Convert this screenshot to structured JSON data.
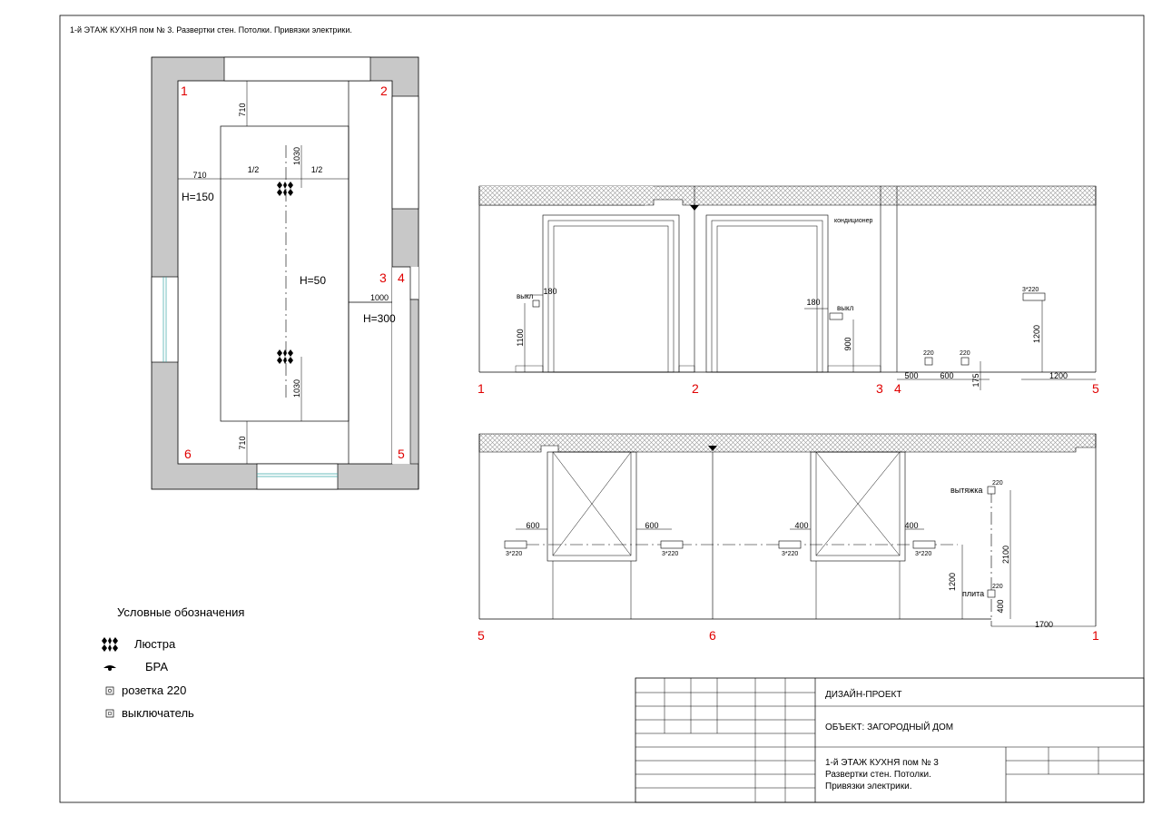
{
  "sheet_title": "1-й ЭТАЖ  КУХНЯ пом № 3. Развертки стен. Потолки. Привязки электрики.",
  "plan": {
    "corners": [
      "1",
      "2",
      "3",
      "4",
      "5",
      "6"
    ],
    "dims": {
      "top_710": "710",
      "left_710": "710",
      "bottom_710": "710",
      "half_left": "1/2",
      "half_right": "1/2",
      "upper_1030": "1030",
      "lower_1030": "1030",
      "right_1000": "1000"
    },
    "heights": {
      "h150": "H=150",
      "h50": "H=50",
      "h300": "H=300"
    }
  },
  "elevation_upper": {
    "labels": {
      "switch_left": "выкл",
      "switch_right": "выкл",
      "aircon": "кондиционер",
      "socket_220_a": "220",
      "socket_220_b": "220",
      "socket_3x220": "3*220"
    },
    "dims": {
      "d180_left": "180",
      "d1100": "1100",
      "d180_right": "180",
      "d900": "900",
      "d500": "500",
      "d600": "600",
      "d175": "175",
      "d1200_v": "1200",
      "d1200_h": "1200"
    },
    "points": [
      "1",
      "2",
      "3",
      "4",
      "5"
    ]
  },
  "elevation_lower": {
    "labels": {
      "s1": "3*220",
      "s2": "3*220",
      "s3": "3*220",
      "s4": "3*220",
      "hood": "вытяжка",
      "hood_220": "220",
      "stove": "плита",
      "stove_220": "220"
    },
    "dims": {
      "d600_a": "600",
      "d600_b": "600",
      "d400_a": "400",
      "d400_b": "400",
      "d2100": "2100",
      "d1200": "1200",
      "d400_v": "400",
      "d1700": "1700"
    },
    "points": [
      "5",
      "6",
      "1"
    ]
  },
  "legend": {
    "title": "Условные обозначения",
    "items": [
      {
        "icon": "chandelier-icon",
        "label": "Люстра"
      },
      {
        "icon": "sconce-icon",
        "label": "БРА"
      },
      {
        "icon": "socket-icon",
        "label": "розетка 220"
      },
      {
        "icon": "switch-icon",
        "label": "выключатель"
      }
    ]
  },
  "title_block": {
    "project": "ДИЗАЙН-ПРОЕКТ",
    "object": "ОБЪЕКТ: ЗАГОРОДНЫЙ ДОМ",
    "desc_line1": "1-й ЭТАЖ  КУХНЯ пом № 3",
    "desc_line2": "Развертки стен. Потолки.",
    "desc_line3": "Привязки электрики."
  },
  "colors": {
    "wall": "#c8c8c8",
    "hatch": "#bdbdbd",
    "marker": "#e00000",
    "glass": "#3aa7a7"
  }
}
